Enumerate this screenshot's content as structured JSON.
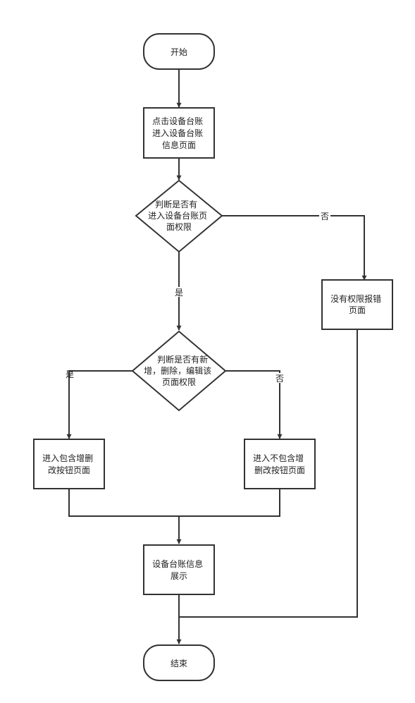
{
  "colors": {
    "stroke": "#333333",
    "fill": "#ffffff",
    "text": "#222222"
  },
  "nodes": {
    "start": {
      "lines": [
        "开始"
      ]
    },
    "enter_ledger_page": {
      "lines": [
        "点击设备台账",
        "进入设备台账",
        "信息页面"
      ]
    },
    "check_page_permission": {
      "lines": [
        "判断是否有",
        "进入设备台账页",
        "面权限"
      ]
    },
    "no_permission_error": {
      "lines": [
        "没有权限报错",
        "页面"
      ]
    },
    "check_edit_permission": {
      "lines": [
        "判断是否有新",
        "增，删除，编辑该",
        "页面权限"
      ]
    },
    "page_with_buttons": {
      "lines": [
        "进入包含增删",
        "改按钮页面"
      ]
    },
    "page_without_buttons": {
      "lines": [
        "进入不包含增",
        "删改按钮页面"
      ]
    },
    "show_ledger": {
      "lines": [
        "设备台账信息",
        "展示"
      ]
    },
    "end": {
      "lines": [
        "结束"
      ]
    }
  },
  "edge_labels": {
    "permission_no": "否",
    "permission_yes": "是",
    "edit_yes": "是",
    "edit_no": "否"
  }
}
